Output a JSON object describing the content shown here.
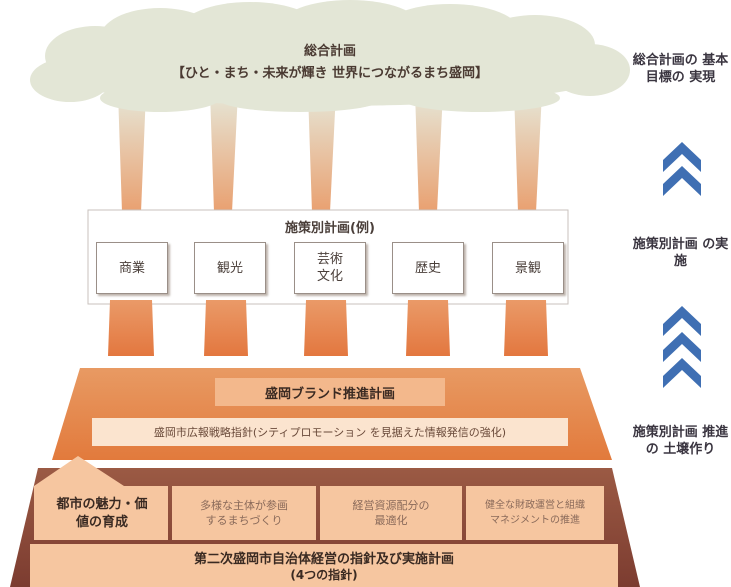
{
  "comprehensive_plan": {
    "title": "総合計画",
    "subtitle": "【ひと・まち・未来が輝き 世界につながるまち盛岡】"
  },
  "policy_plans": {
    "title": "施策別計画(例)",
    "items": [
      "商業",
      "観光",
      "芸術\n文化",
      "歴史",
      "景観"
    ]
  },
  "brand_plan": {
    "title": "盛岡ブランド推進計画",
    "guideline": "盛岡市広報戦略指針(シティプロモーション を見据えた情報発信の強化)"
  },
  "management": {
    "highlight": "都市の魅力・価\n値の育成",
    "items": [
      "多様な主体が参画\nするまちづくり",
      "経営資源配分の\n最適化",
      "健全な財政運営と組織\nマネジメントの推進"
    ],
    "title": "第二次盛岡市自治体経営の指針及び実施計画",
    "subtitle": "(4つの指針)"
  },
  "side_labels": [
    "総合計画の\n基本目標の\n実現",
    "施策別計画\nの実施",
    "施策別計画\n推進の\n土壌作り"
  ],
  "colors": {
    "cloud": "#e3e6d6",
    "chevron": "#3f6fb3",
    "orange": "#e48545",
    "brown": "#8c4a3a",
    "pale": "#f6c6a0"
  },
  "icons": [
    "cloud-shape",
    "chevron-up-icon"
  ]
}
